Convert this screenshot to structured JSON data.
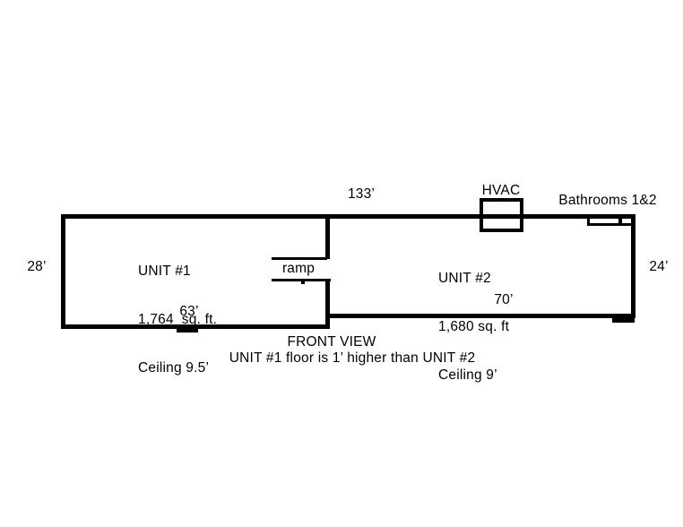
{
  "plan": {
    "top_dimension": "133’",
    "left_dimension": "28’",
    "right_dimension": "24’",
    "hvac_label": "HVAC",
    "bathrooms_label": "Bathrooms 1&2",
    "ramp_label": "ramp",
    "unit1": {
      "name": "UNIT #1",
      "area": "1,764  sq. ft.",
      "ceiling": "Ceiling 9.5’",
      "bottom_dimension": "63’"
    },
    "unit2": {
      "name": "UNIT #2",
      "area": "1,680 sq. ft",
      "ceiling": "Ceiling 9’",
      "bottom_dimension": "70’"
    }
  },
  "caption": {
    "title": "FRONT VIEW",
    "note": "UNIT #1 floor is 1’ higher than UNIT #2"
  },
  "colors": {
    "line": "#000000",
    "background": "#ffffff",
    "text": "#000000"
  }
}
